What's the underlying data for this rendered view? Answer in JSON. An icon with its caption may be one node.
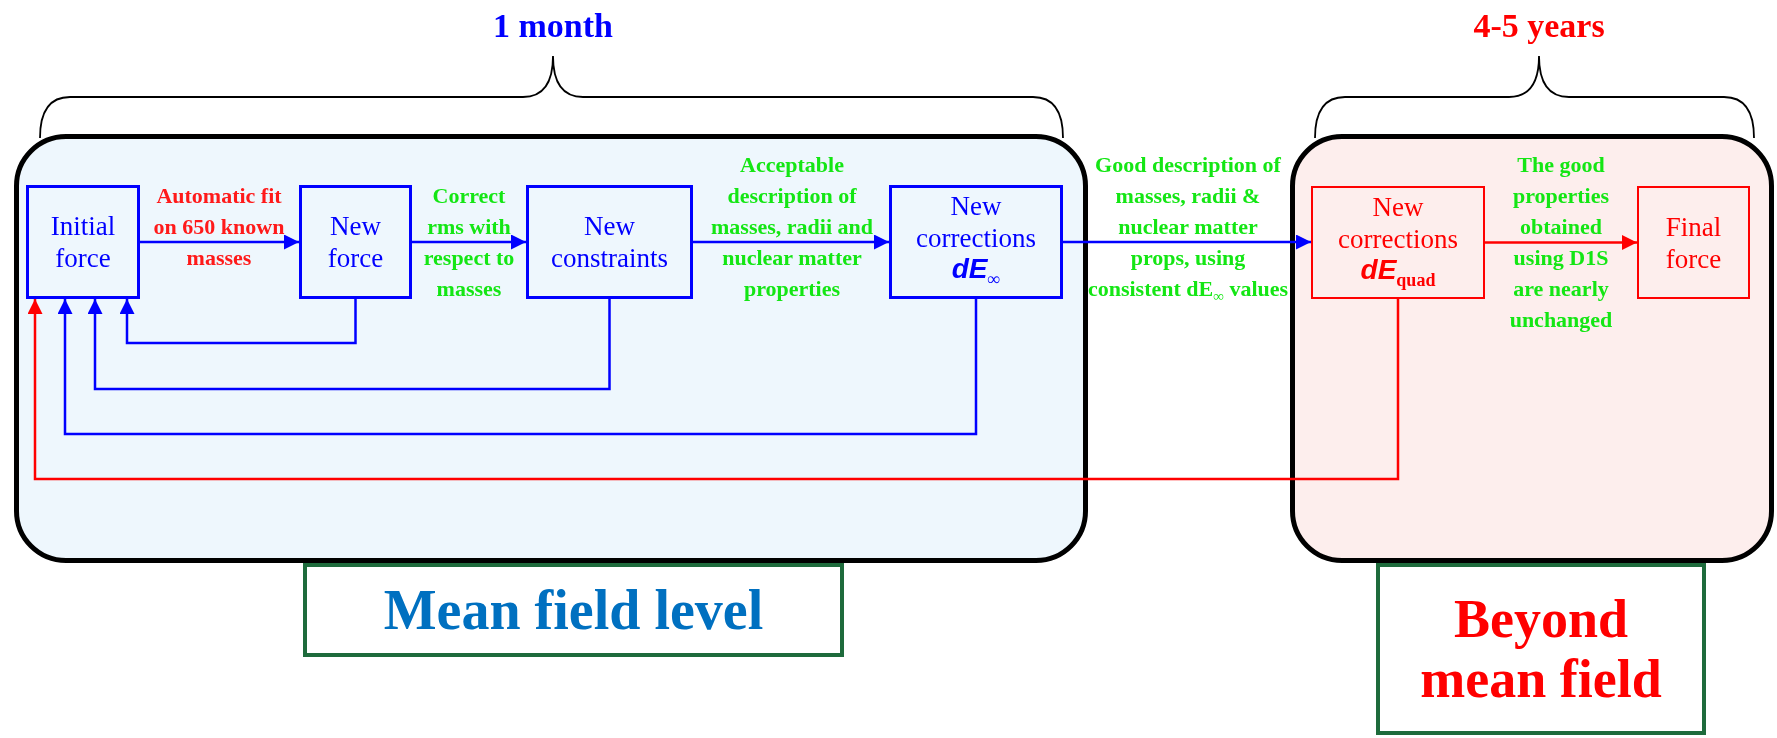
{
  "diagram": {
    "nodes": [
      {
        "text": [],
        "shape": "box"
      },
      {
        "text": [
          "Initial force"
        ],
        "in": 0
      },
      {
        "text": [
          "New force"
        ],
        "in": 0
      },
      {
        "text": [
          "New constraints"
        ],
        "in": 0
      },
      {
        "text": [
          "New corrections",
          "dE$_{∞}$"
        ],
        "in": 0
      },
      {
        "text": [],
        "shape": "box"
      },
      {
        "text": [
          "New corrections",
          "dE$_{quad}$"
        ],
        "in": 5
      },
      {
        "text": [
          "Final force"
        ],
        "in": 5
      },
      {
        "text": [
          "Mean field level"
        ]
      },
      {
        "text": [
          "Beyond mean field"
        ]
      }
    ],
    "edges": [
      {
        "from": 1,
        "to": 2,
        "arrow": "to",
        "label": "Automatic fit on 650 known masses"
      },
      {
        "from": 2,
        "to": 3,
        "arrow": "to",
        "label": "Correct rms with respect to masses"
      },
      {
        "from": 3,
        "to": 4,
        "arrow": "to",
        "label": "Acceptable description of masses, radii and nuclear matter properties"
      },
      {
        "from": 4,
        "to": 6,
        "arrow": "to",
        "label": "Good description of masses, radii & nuclear matter props, using consistent dE$_{∞}$ values"
      },
      {
        "from": 6,
        "to": 7,
        "arrow": "to",
        "label": "The good properties obtained using D1S are nearly unchanged",
        "color": "#ff0000"
      },
      {
        "from": 2,
        "to": 1,
        "arrow": "to"
      },
      {
        "from": 3,
        "to": 1,
        "arrow": "to"
      },
      {
        "from": 4,
        "to": 1,
        "arrow": "to"
      },
      {
        "from": 6,
        "to": 1,
        "arrow": "to",
        "color": "#ff0000"
      }
    ],
    "labels": [
      "1 month",
      "4-5 years"
    ]
  }
}
